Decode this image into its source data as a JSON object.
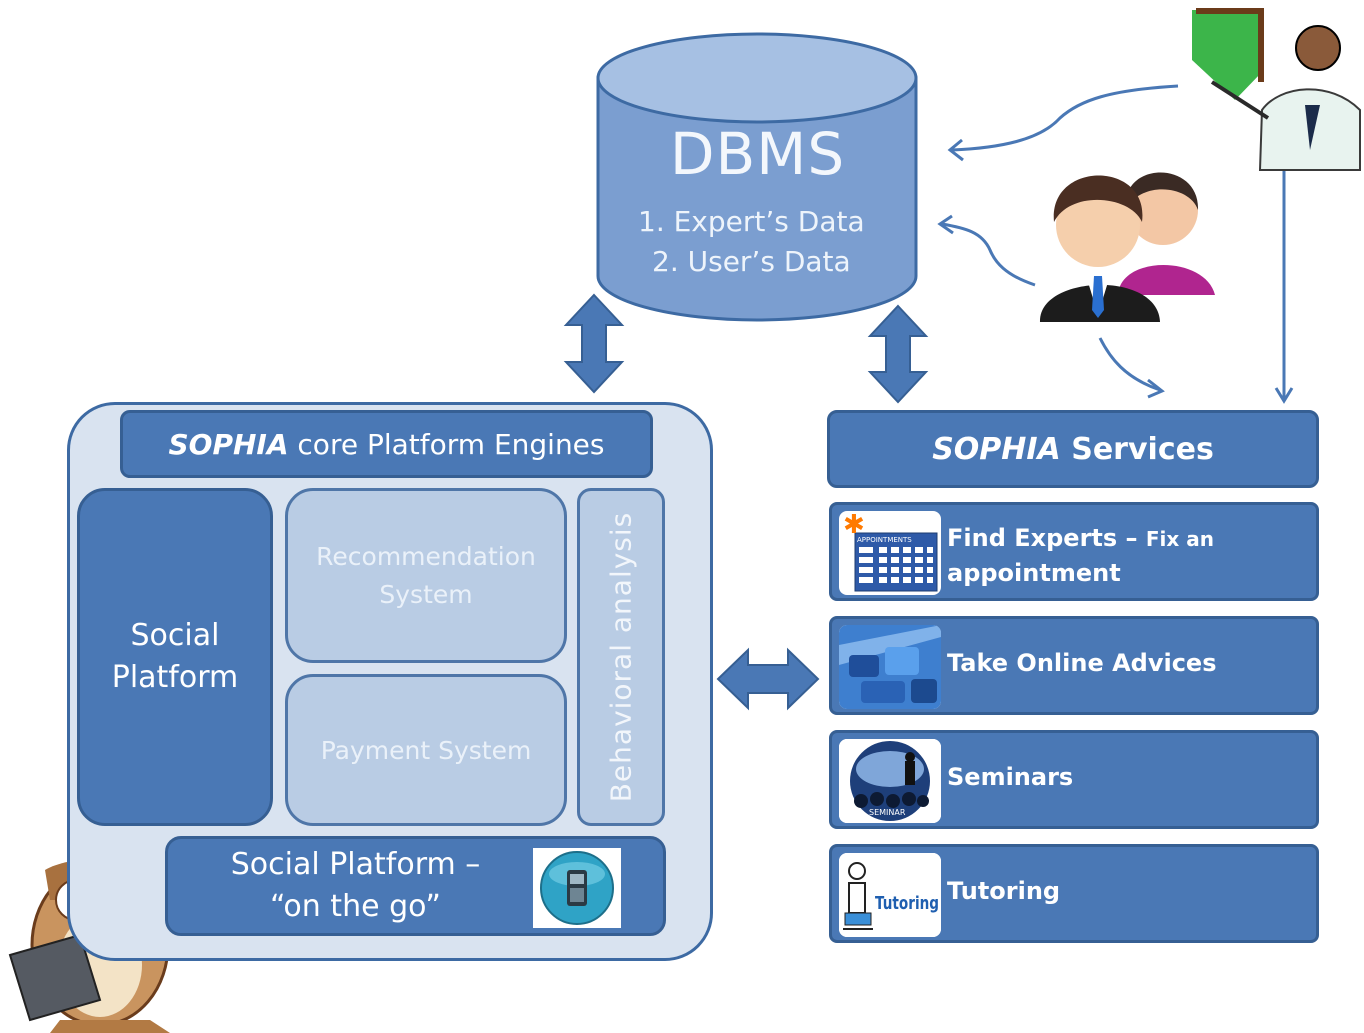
{
  "dbms": {
    "title": "DBMS",
    "items": [
      "1.   Expert’s Data",
      "2.   User’s Data"
    ]
  },
  "core": {
    "header_brand": "SOPHIA",
    "header_rest": " core Platform Engines",
    "social_line1": "Social",
    "social_line2": "Platform",
    "reco_line1": "Recommendation",
    "reco_line2": "System",
    "payment": "Payment System",
    "behavioral": "Behavioral analysis",
    "onthego_line1": "Social Platform –",
    "onthego_line2": "“on the go”"
  },
  "services": {
    "header_brand": "SOPHIA",
    "header_rest": " Services",
    "items": [
      {
        "line1": "Find Experts",
        "sep": " – ",
        "small": "Fix an",
        "line2": "appointment",
        "icon": "appointments-icon",
        "icon_text": "APPOINTMENTS"
      },
      {
        "label": "Take Online Advices",
        "icon": "keyboard-icon"
      },
      {
        "label": "Seminars",
        "icon": "seminar-icon",
        "icon_text": "SEMINAR"
      },
      {
        "label": "Tutoring",
        "icon": "tutoring-icon",
        "icon_text": "Tutoring"
      }
    ]
  },
  "colors": {
    "primary": "#4a78b5",
    "primary_dark": "#365f93",
    "light_box": "#b9cce4",
    "outer_bg": "#d9e3f0",
    "arrow": "#4a78b5"
  }
}
